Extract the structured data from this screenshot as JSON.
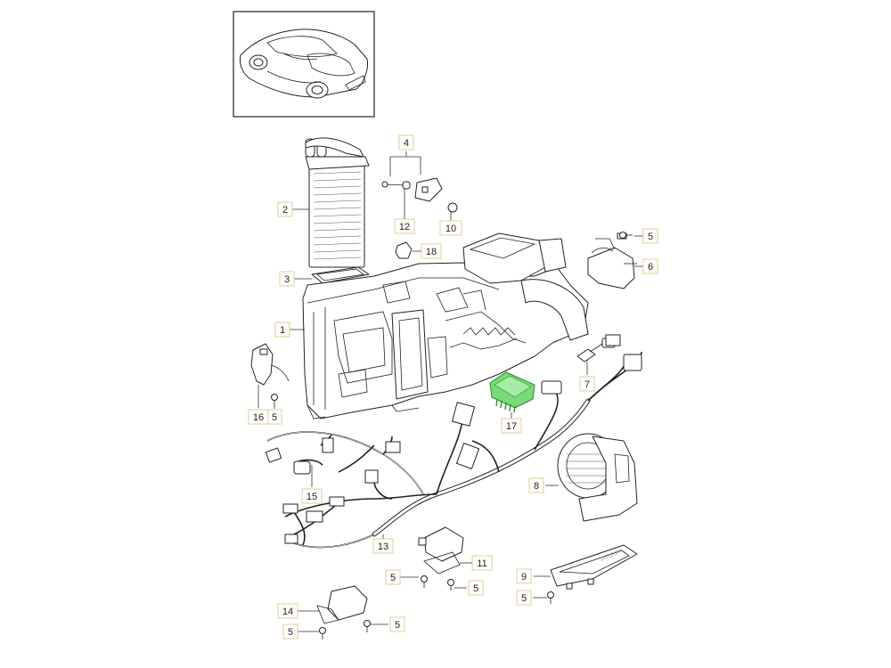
{
  "diagram": {
    "highlight_color": "#3fbf3f",
    "callout_border_color": "#e2c98a",
    "callouts": [
      {
        "id": "c1",
        "label": "1"
      },
      {
        "id": "c2",
        "label": "2"
      },
      {
        "id": "c3",
        "label": "3"
      },
      {
        "id": "c4",
        "label": "4"
      },
      {
        "id": "c5a",
        "label": "5"
      },
      {
        "id": "c5b",
        "label": "5"
      },
      {
        "id": "c5c",
        "label": "5"
      },
      {
        "id": "c5d",
        "label": "5"
      },
      {
        "id": "c5e",
        "label": "5"
      },
      {
        "id": "c5f",
        "label": "5"
      },
      {
        "id": "c5g",
        "label": "5"
      },
      {
        "id": "c5h",
        "label": "5"
      },
      {
        "id": "c6",
        "label": "6"
      },
      {
        "id": "c7",
        "label": "7"
      },
      {
        "id": "c8",
        "label": "8"
      },
      {
        "id": "c9",
        "label": "9"
      },
      {
        "id": "c10",
        "label": "10"
      },
      {
        "id": "c11",
        "label": "11"
      },
      {
        "id": "c12",
        "label": "12"
      },
      {
        "id": "c13",
        "label": "13"
      },
      {
        "id": "c14",
        "label": "14"
      },
      {
        "id": "c15",
        "label": "15"
      },
      {
        "id": "c16",
        "label": "16"
      },
      {
        "id": "c17",
        "label": "17"
      },
      {
        "id": "c18",
        "label": "18"
      }
    ]
  }
}
